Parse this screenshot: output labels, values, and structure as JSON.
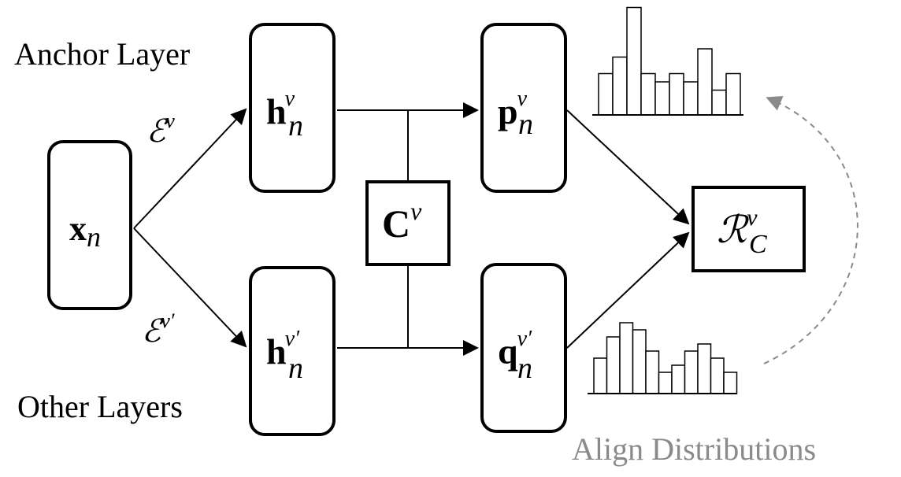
{
  "labels": {
    "anchor_layer": "Anchor Layer",
    "other_layers": "Other Layers",
    "align_distributions": "Align Distributions"
  },
  "nodes": {
    "x": {
      "base": "x",
      "sub": "n"
    },
    "h_anchor": {
      "base": "h",
      "sup": "v",
      "sub": "n"
    },
    "h_other": {
      "base": "h",
      "sup": "v′",
      "sub": "n"
    },
    "c": {
      "base": "C",
      "sup": "v"
    },
    "p": {
      "base": "p",
      "sup": "v",
      "sub": "n"
    },
    "q": {
      "base": "q",
      "sup": "v′",
      "sub": "n"
    },
    "r": {
      "base": "ℛ",
      "sup": "v",
      "sub": "C"
    }
  },
  "edges": {
    "encoder_anchor": {
      "base": "ℰ",
      "sup": "v"
    },
    "encoder_other": {
      "base": "ℰ",
      "sup": "v′"
    }
  },
  "histograms": {
    "top": [
      5,
      7,
      13,
      5,
      4,
      5,
      4,
      8,
      3,
      5
    ],
    "bottom": [
      5,
      8,
      10,
      9,
      6,
      3,
      4,
      6,
      7,
      5,
      3
    ]
  },
  "colors": {
    "stroke": "#000000",
    "annotation": "#8a8a8a"
  }
}
